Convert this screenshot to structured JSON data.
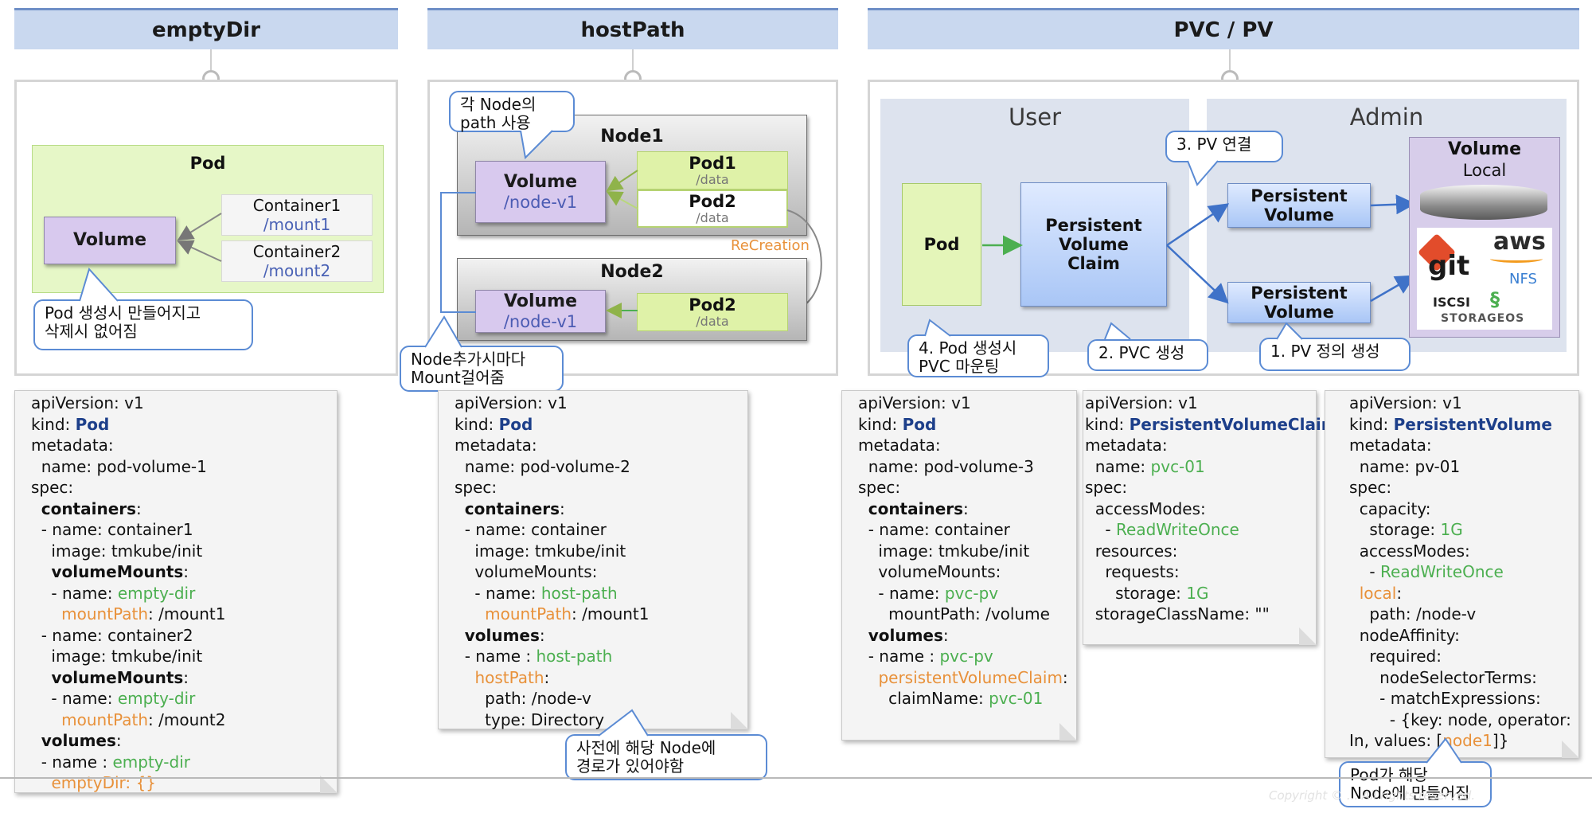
{
  "headers": {
    "empty_dir": "emptyDir",
    "host_path": "hostPath",
    "pvc_pv": "PVC / PV"
  },
  "empty_dir": {
    "pod_label": "Pod",
    "volume_label": "Volume",
    "container1": {
      "name": "Container1",
      "mount": "/mount1"
    },
    "container2": {
      "name": "Container2",
      "mount": "/mount2"
    },
    "callout": "Pod 생성시 만들어지고\n삭제시 없어짐"
  },
  "host_path": {
    "callout_top": "각 Node의\npath 사용",
    "node1": {
      "title": "Node1",
      "volume": "Volume",
      "volume_path": "/node-v1",
      "pod1": {
        "name": "Pod1",
        "sub": "/data"
      },
      "pod2": {
        "name": "Pod2",
        "sub": "/data"
      }
    },
    "recreation": "ReCreation",
    "node2": {
      "title": "Node2",
      "volume": "Volume",
      "volume_path": "/node-v1",
      "pod2": {
        "name": "Pod2",
        "sub": "/data"
      }
    },
    "callout_bottom": "Node추가시마다\nMount걸어줌",
    "callout_code": "사전에 해당 Node에\n경로가 있어야함"
  },
  "pvc_pv": {
    "user_zone": "User",
    "admin_zone": "Admin",
    "pod": "Pod",
    "pvc": "Persistent\nVolume\nClaim",
    "pv1": "Persistent\nVolume",
    "pv2": "Persistent\nVolume",
    "volume_title": "Volume",
    "volume_local": "Local",
    "storage": {
      "git": "git",
      "aws": "aws",
      "nfs": "NFS",
      "iscsi": "ISCSI",
      "storageos": "STORAGEOS"
    },
    "callout_pv_link": "3. PV 연결",
    "callout_pod_mount": "4. Pod 생성시\nPVC 마운팅",
    "callout_pvc_create": "2. PVC 생성",
    "callout_pv_define": "1. PV 정의 생성",
    "callout_pv_node": "Pod가 해당\nNode에 만들어짐"
  },
  "code": {
    "pod1": [
      "apiVersion: v1",
      "kind: |Pod",
      "metadata:",
      "  name: pod-volume-1",
      "spec:",
      "  |containers|:",
      "  - name: container1",
      "    image: tmkube/init",
      "    |volumeMounts|:",
      "    - name: |empty-dir",
      "      |mountPath|: /mount1",
      "  - name: container2",
      "    image: tmkube/init",
      "    |volumeMounts|:",
      "    - name: |empty-dir",
      "      |mountPath|: /mount2",
      "  |volumes|:",
      "  - name : |empty-dir",
      "    |emptyDir: {}"
    ],
    "pod2": [
      "apiVersion: v1",
      "kind: |Pod",
      "metadata:",
      "  name: pod-volume-2",
      "spec:",
      "  |containers|:",
      "  - name: container",
      "    image: tmkube/init",
      "    volumeMounts:",
      "    - name: |host-path",
      "      |mountPath|: /mount1",
      "  |volumes|:",
      "  - name : |host-path",
      "    |hostPath|:",
      "      path: /node-v",
      "      type: Directory"
    ],
    "pod3": [
      "apiVersion: v1",
      "kind: |Pod",
      "metadata:",
      "  name: pod-volume-3",
      "spec:",
      "  |containers|:",
      "  - name: container",
      "    image: tmkube/init",
      "    volumeMounts:",
      "    - name: |pvc-pv",
      "      mountPath: /volume",
      "  |volumes|:",
      "  - name : |pvc-pv",
      "    |persistentVolumeClaim|:",
      "      claimName: |pvc-01"
    ],
    "pvc": [
      "apiVersion: v1",
      "kind: |PersistentVolumeClaim",
      "metadata:",
      "  name: |pvc-01",
      "spec:",
      "  accessModes:",
      "    - |ReadWriteOnce",
      "  resources:",
      "    requests:",
      "      storage: |1G",
      "  storageClassName: \"\""
    ],
    "pv": [
      "apiVersion: v1",
      "kind: |PersistentVolume",
      "metadata:",
      "  name: pv-01",
      "spec:",
      "  capacity:",
      "    storage: |1G",
      "  accessModes:",
      "    - |ReadWriteOnce",
      "  |local|:",
      "    path: /node-v",
      "  nodeAffinity:",
      "    required:",
      "      nodeSelectorTerms:",
      "      - matchExpressions:",
      "        - {key: node, operator:",
      "In, values: [|node1|]}"
    ]
  },
  "copyright": "Copyright © ... All rights reserved."
}
